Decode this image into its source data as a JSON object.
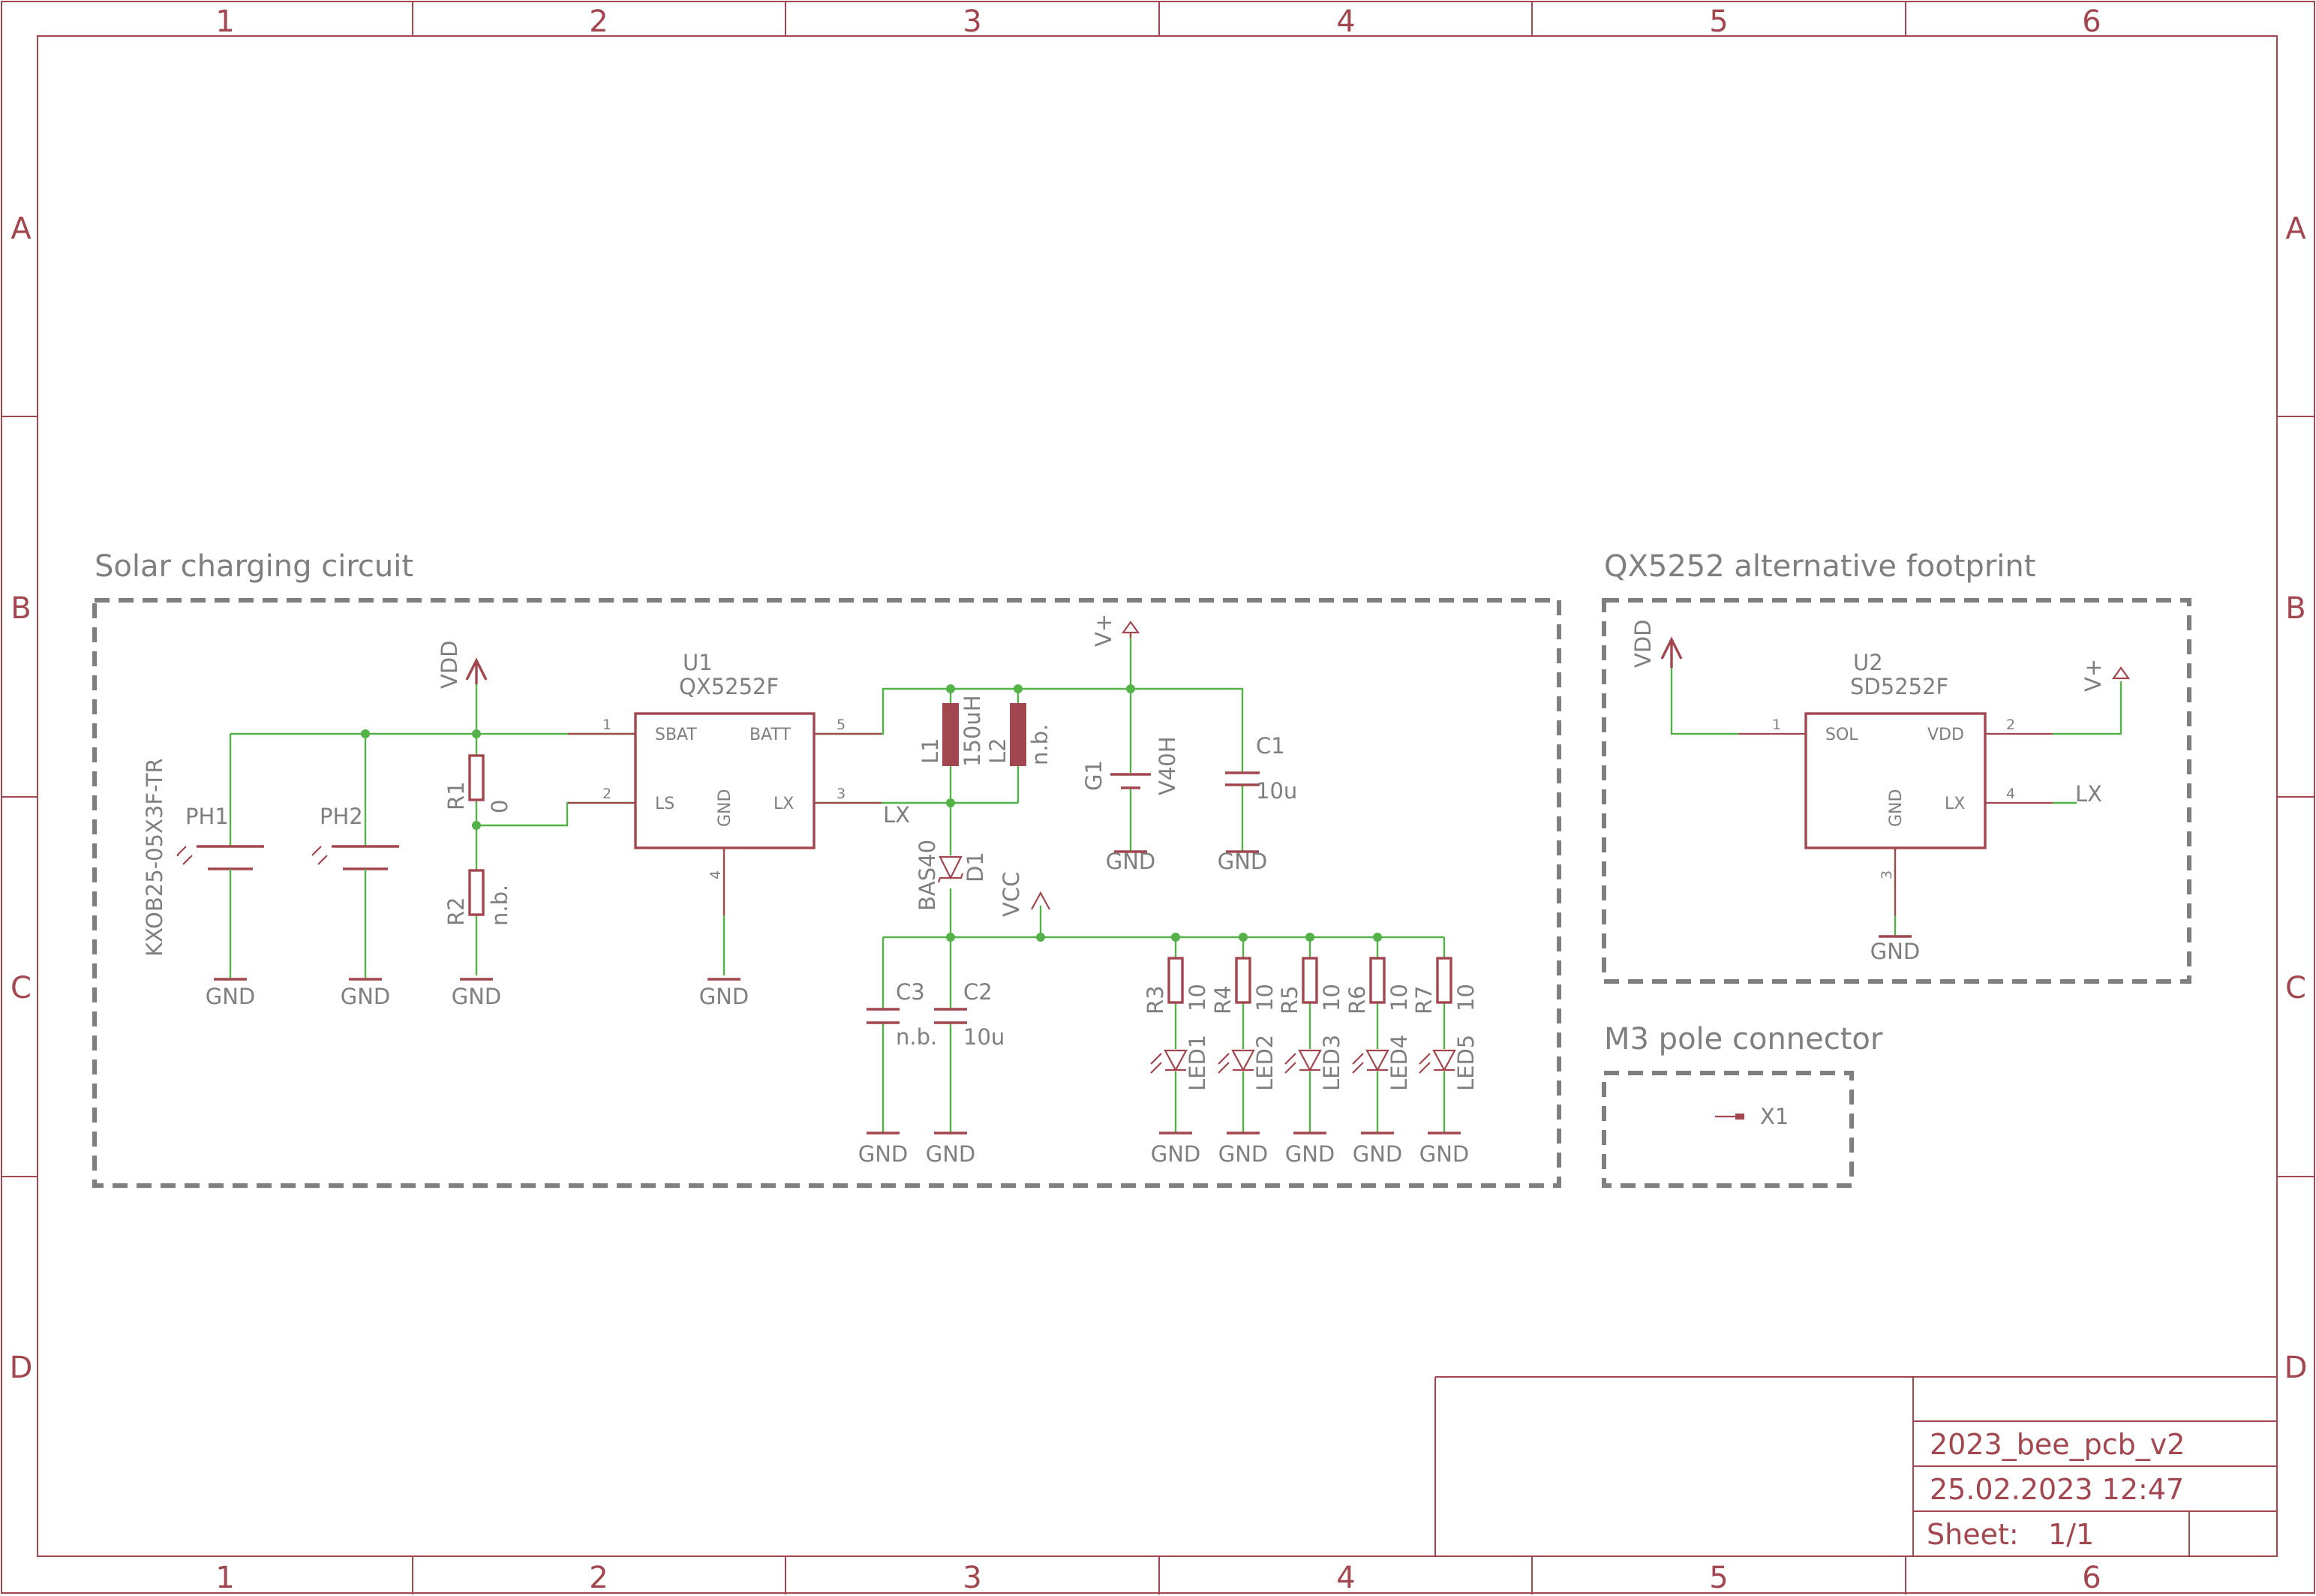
{
  "frame": {
    "columns": [
      "1",
      "2",
      "3",
      "4",
      "5",
      "6"
    ],
    "rows": [
      "A",
      "B",
      "C",
      "D"
    ]
  },
  "sections": {
    "solar": "Solar charging circuit",
    "alt": "QX5252 alternative footprint",
    "m3": "M3 pole connector"
  },
  "title_block": {
    "name": "2023_bee_pcb_v2",
    "date": "25.02.2023 12:47",
    "sheet_label": "Sheet:",
    "sheet_value": "1/1"
  },
  "components": {
    "ph1": {
      "ref": "PH1",
      "value": "KXOB25-05X3F-TR"
    },
    "ph2": {
      "ref": "PH2"
    },
    "r1": {
      "ref": "R1",
      "value": "0"
    },
    "r2": {
      "ref": "R2",
      "value": "n.b."
    },
    "u1": {
      "ref": "U1",
      "value": "QX5252F",
      "pins": {
        "sbat": "SBAT",
        "batt": "BATT",
        "ls": "LS",
        "gnd": "GND",
        "lx": "LX"
      },
      "pin_numbers": {
        "p1": "1",
        "p2": "2",
        "p3": "3",
        "p4": "4",
        "p5": "5"
      }
    },
    "l1": {
      "ref": "L1",
      "value": "150uH"
    },
    "l2": {
      "ref": "L2",
      "value": "n.b."
    },
    "g1": {
      "ref": "G1",
      "value": "V40H"
    },
    "c1": {
      "ref": "C1",
      "value": "10u"
    },
    "d1": {
      "ref": "D1",
      "value": "BAS40"
    },
    "c2": {
      "ref": "C2",
      "value": "10u"
    },
    "c3": {
      "ref": "C3",
      "value": "n.b."
    },
    "resistors": [
      {
        "ref": "R3",
        "value": "10"
      },
      {
        "ref": "R4",
        "value": "10"
      },
      {
        "ref": "R5",
        "value": "10"
      },
      {
        "ref": "R6",
        "value": "10"
      },
      {
        "ref": "R7",
        "value": "10"
      }
    ],
    "leds": [
      "LED1",
      "LED2",
      "LED3",
      "LED4",
      "LED5"
    ],
    "u2": {
      "ref": "U2",
      "value": "SD5252F",
      "pins": {
        "sol": "SOL",
        "vdd": "VDD",
        "gnd": "GND",
        "lx": "LX"
      },
      "pin_numbers": {
        "p1": "1",
        "p2": "2",
        "p3": "3",
        "p4": "4"
      }
    },
    "x1": {
      "ref": "X1"
    }
  },
  "nets": {
    "gnd": "GND",
    "vdd": "VDD",
    "vplus": "V+",
    "vcc": "VCC",
    "lx": "LX"
  },
  "colors": {
    "symbol": "#a2474f",
    "wire": "#54b249",
    "text": "#7f7f7f",
    "box": "#7f7f7f"
  }
}
